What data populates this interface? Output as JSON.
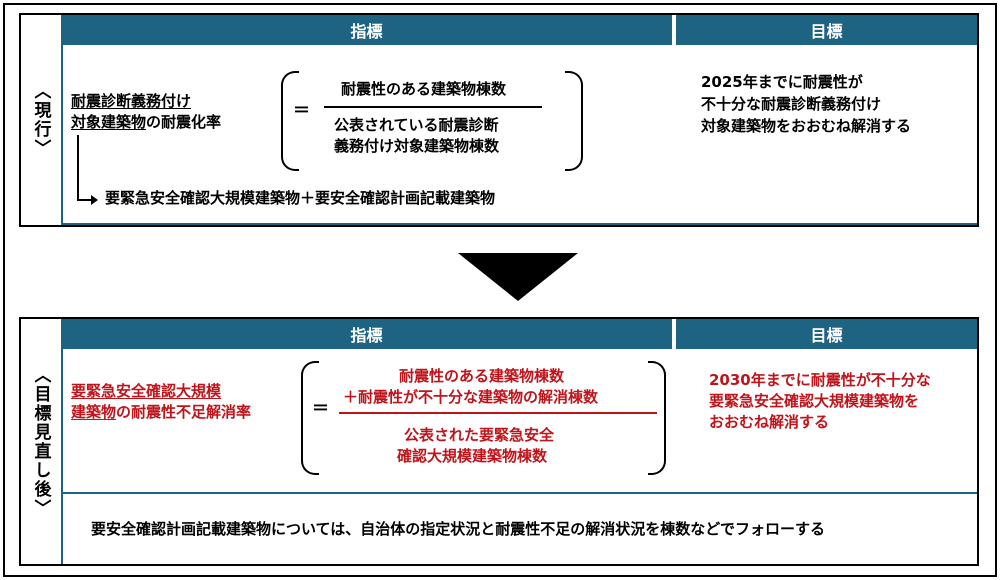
{
  "current": {
    "side_label": "〈現行〉",
    "header_metric": "指標",
    "header_target": "目標",
    "indicator_line1": "耐震診断義務付け",
    "indicator_line2a": "対象建築物",
    "indicator_line2b": "の耐震化率",
    "equals": "＝",
    "numerator": "耐震性のある建築物棟数",
    "denominator_line1": "公表されている耐震診断",
    "denominator_line2": "義務付け対象建築物棟数",
    "note": "要緊急安全確認大規模建築物＋要安全確認計画記載建築物",
    "target_line1": "2025年までに耐震性が",
    "target_line2": "不十分な耐震診断義務付け",
    "target_line3": "対象建築物をおおむね解消する"
  },
  "revised": {
    "side_label": "〈目標見直し後〉",
    "header_metric": "指標",
    "header_target": "目標",
    "indicator_line1": "要緊急安全確認大規模",
    "indicator_line2a": "建築物",
    "indicator_line2b": "の耐震性不足解消率",
    "equals": "＝",
    "numerator_line1": "耐震性のある建築物棟数",
    "numerator_line2": "＋耐震性が不十分な建築物の解消棟数",
    "denominator_line1": "公表された要緊急安全",
    "denominator_line2": "確認大規模建築物棟数",
    "target_line1": "2030年までに耐震性が不十分な",
    "target_line2": "要緊急安全確認大規模建築物を",
    "target_line3": "おおむね解消する",
    "footer": "要安全確認計画記載建築物については、自治体の指定状況と耐震性不足の解消状況を棟数などでフォローする"
  },
  "colors": {
    "header_bg": "#1f6383",
    "accent_red": "#c0141b"
  }
}
